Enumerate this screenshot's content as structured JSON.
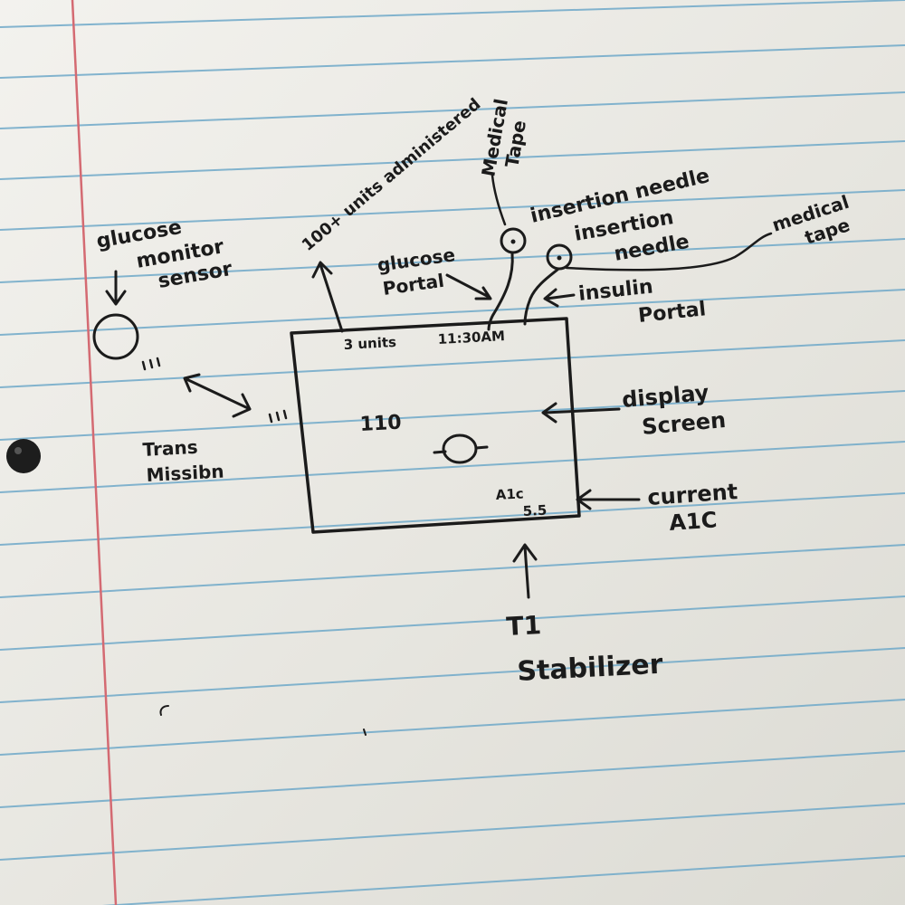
{
  "colors": {
    "paper": "#ecebe6",
    "rule_line": "#6fa9c9",
    "margin_line": "#d46a72",
    "ink": "#1b1b1b"
  },
  "labels": {
    "glucose_monitor_sensor": [
      "glucose",
      "monitor",
      "sensor"
    ],
    "transmission": [
      "Trans",
      "Missibn"
    ],
    "units_administered": "100+ units administered",
    "medical_tape_top": [
      "Medical",
      "Tape"
    ],
    "insertion_needle_top": "insertion needle",
    "insertion_needle_right": [
      "insertion",
      "needle"
    ],
    "medical_tape_right": [
      "medical",
      "tape"
    ],
    "glucose_portal": [
      "glucose",
      "Portal"
    ],
    "insulin_portal": [
      "insulin",
      "Portal"
    ],
    "display_screen": [
      "display",
      "Screen"
    ],
    "current_a1c": [
      "current",
      "A1C"
    ],
    "device_name": [
      "T1",
      "Stabilizer"
    ]
  },
  "screen": {
    "units": "3 units",
    "time": "11:30AM",
    "glucose_value": "110",
    "a1c_label": "A1c",
    "a1c_value": "5.5"
  }
}
